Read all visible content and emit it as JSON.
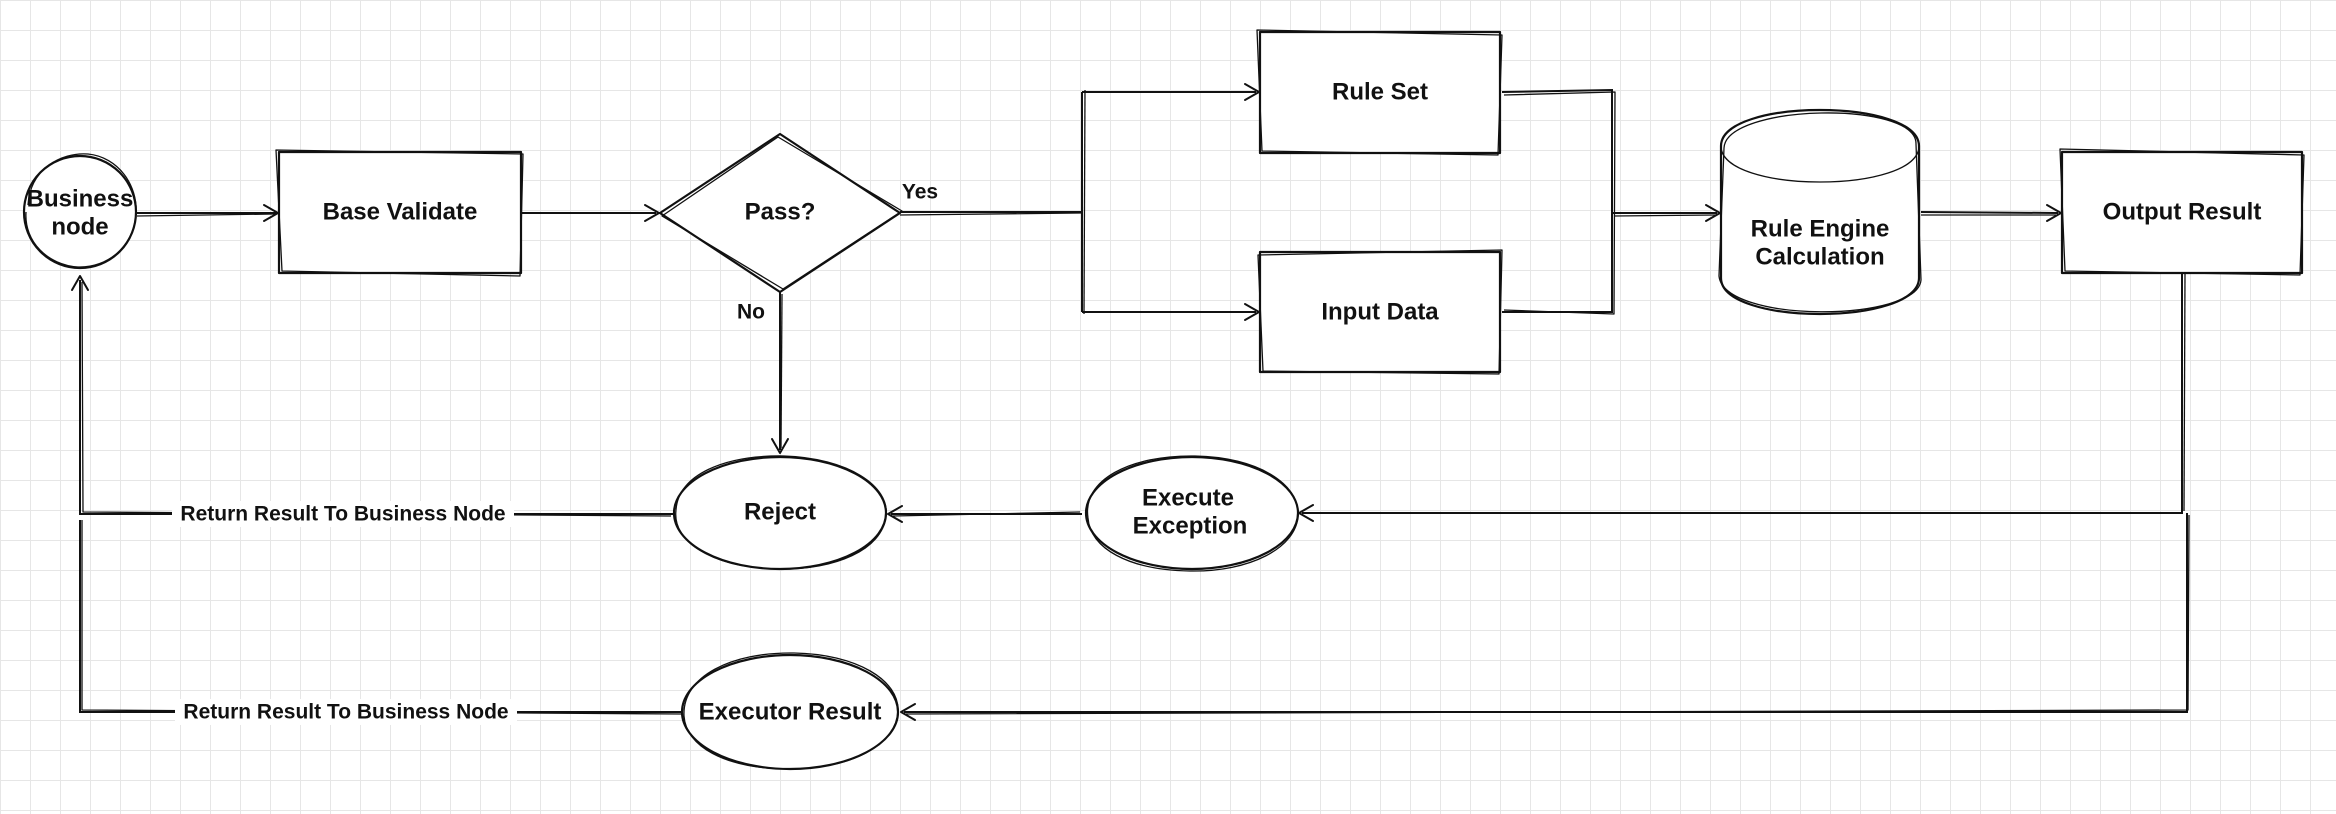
{
  "diagram": {
    "nodes": {
      "business_node": {
        "line1": "Business",
        "line2": "node"
      },
      "base_validate": {
        "label": "Base Validate"
      },
      "pass_decision": {
        "label": "Pass?"
      },
      "rule_set": {
        "label": "Rule Set"
      },
      "input_data": {
        "label": "Input Data"
      },
      "rule_engine": {
        "line1": "Rule Engine",
        "line2": "Calculation"
      },
      "output_result": {
        "label": "Output Result"
      },
      "execute_exception": {
        "line1": "Execute",
        "line2": "Exception"
      },
      "reject": {
        "label": "Reject"
      },
      "executor_result": {
        "label": "Executor Result"
      }
    },
    "edge_labels": {
      "yes": "Yes",
      "no": "No",
      "return_from_reject": "Return Result To Business Node",
      "return_from_executor": "Return Result To Business Node"
    }
  }
}
